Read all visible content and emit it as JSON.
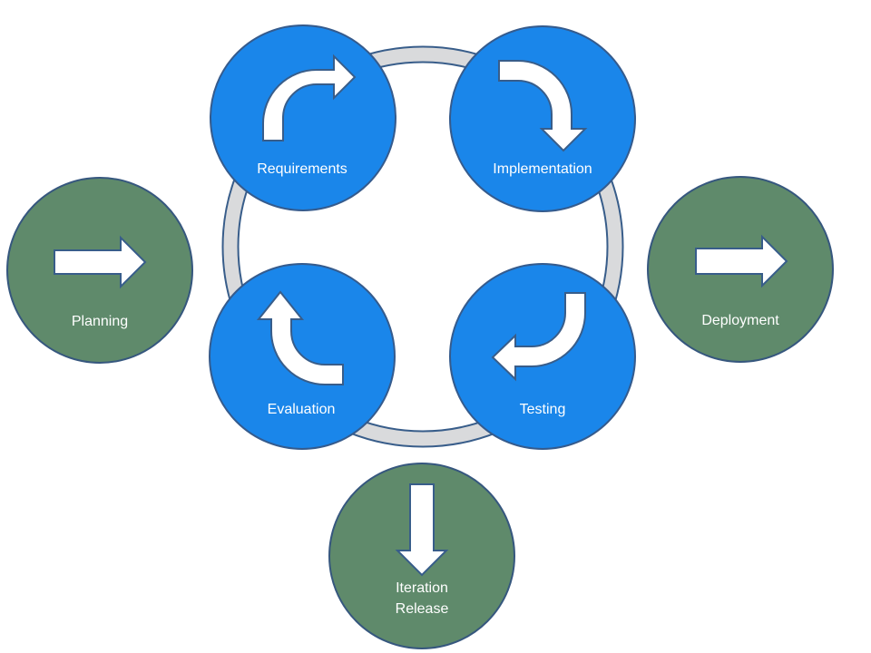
{
  "colors": {
    "cycle_node": "#1a86ea",
    "cycle_stroke": "#355b8d",
    "phase_node": "#5f8a6b",
    "phase_stroke": "#36577e",
    "ring_fill": "#d9dadc",
    "ring_stroke": "#385d8a",
    "arrow_fill": "#ffffff",
    "arrow_stroke": "#385d8a",
    "label_text": "#ffffff"
  },
  "cycle": {
    "requirements": {
      "label": "Requirements",
      "icon": "curved-arrow-clockwise-icon"
    },
    "implementation": {
      "label": "Implementation",
      "icon": "curved-arrow-down-icon"
    },
    "testing": {
      "label": "Testing",
      "icon": "curved-arrow-left-icon"
    },
    "evaluation": {
      "label": "Evaluation",
      "icon": "curved-arrow-up-icon"
    }
  },
  "phases": {
    "planning": {
      "label": "Planning",
      "icon": "right-arrow-icon"
    },
    "deployment": {
      "label": "Deployment",
      "icon": "right-arrow-icon"
    },
    "release": {
      "label_line1": "Iteration",
      "label_line2": "Release",
      "icon": "down-arrow-icon"
    }
  }
}
